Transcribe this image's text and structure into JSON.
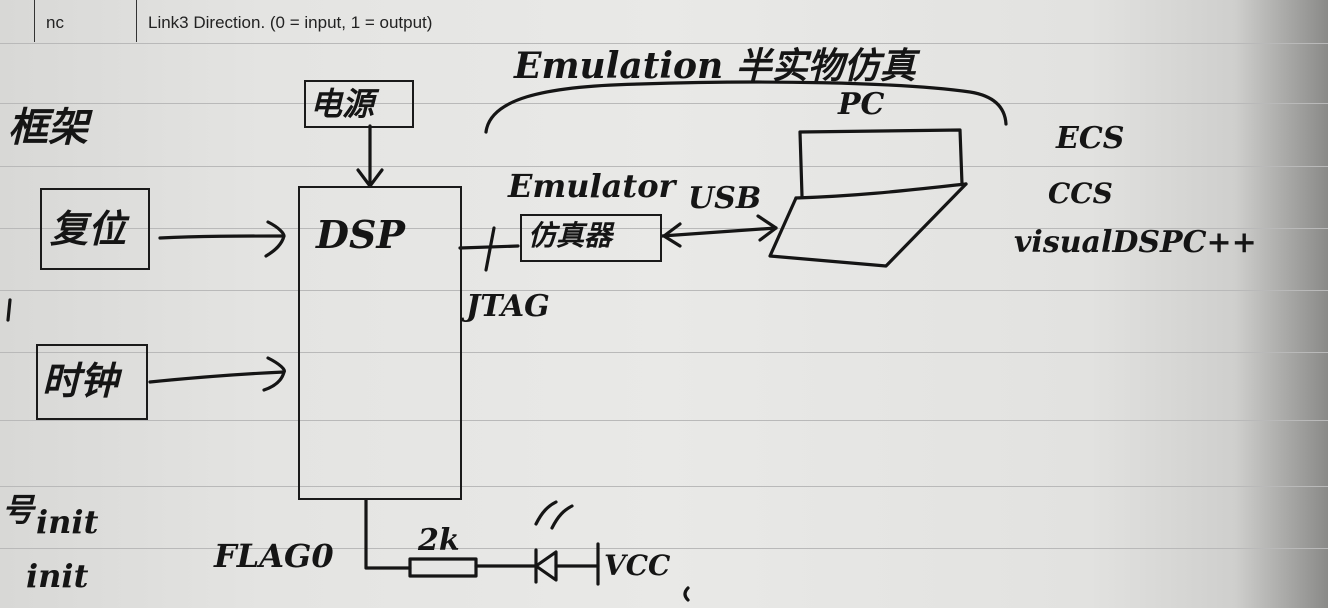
{
  "printed_table": {
    "cell_1": "nc",
    "cell_2": "Link3 Direction. (0 = input, 1 = output)"
  },
  "notes": {
    "emulation_heading": "Emulation 半实物仿真",
    "frame_label": "框架",
    "power_label": "电源",
    "reset_label": "复位",
    "clock_label": "时钟",
    "dsp_label": "DSP",
    "emulator_en": "Emulator",
    "emulator_cn": "仿真器",
    "usb_label": "USB",
    "pc_label": "PC",
    "jtag_label": "JTAG",
    "tools": [
      "ECS",
      "CCS",
      "visualDSPC++"
    ],
    "init_1": "init",
    "init_2": "init",
    "flag_label": "FLAG0",
    "resistor_label": "2k",
    "vcc_label": "VCC"
  }
}
